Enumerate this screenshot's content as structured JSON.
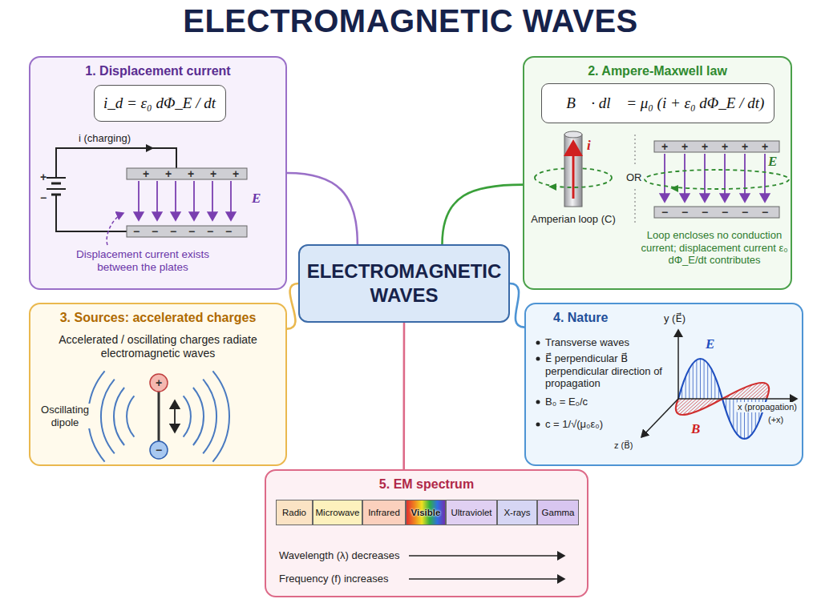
{
  "diagram": {
    "title": "ELECTROMAGNETIC WAVES",
    "nodes": [
      {
        "text": [
          "1. Displacement current"
        ]
      },
      {
        "text": [
          "i_d = ε₀ dΦ_E / dt"
        ],
        "in": 0
      },
      {
        "text": [
          "2. Ampere-Maxwell law"
        ]
      },
      {
        "text": [
          "∮ B⃗ · dl⃗ = μ₀ (i + ε₀ dΦ_E / dt)"
        ],
        "in": 2
      },
      {
        "text": [
          "ELECTROMAGNETIC WAVES"
        ]
      },
      {
        "text": [
          "3. Sources: accelerated charges"
        ]
      },
      {
        "text": [
          "4. Nature"
        ]
      },
      {
        "text": [
          "5. EM spectrum"
        ]
      },
      {
        "text": [
          "Radio"
        ],
        "in": 7
      },
      {
        "text": [
          "Microwave"
        ],
        "in": 7
      },
      {
        "text": [
          "Infrared"
        ],
        "in": 7
      },
      {
        "text": [
          "Visible"
        ],
        "in": 7
      },
      {
        "text": [
          "Ultraviolet"
        ],
        "in": 7
      },
      {
        "text": [
          "X-rays"
        ],
        "in": 7
      },
      {
        "text": [
          "Gamma"
        ],
        "in": 7
      }
    ],
    "edges": [
      {
        "from": 4,
        "to": 0,
        "arrow": "none"
      },
      {
        "from": 4,
        "to": 2,
        "arrow": "none"
      },
      {
        "from": 4,
        "to": 5,
        "arrow": "none"
      },
      {
        "from": 4,
        "to": 6,
        "arrow": "none"
      },
      {
        "from": 4,
        "to": 7,
        "arrow": "none"
      }
    ],
    "labels": [
      "i (charging)",
      "+",
      "−",
      "+",
      "+",
      "+",
      "+",
      "+",
      "−",
      "−",
      "−",
      "−",
      "−",
      "−",
      "E⃗",
      "Displacement current exists between the plates",
      "i",
      "Amperian loop (C)",
      "OR",
      "+",
      "+",
      "+",
      "+",
      "+",
      "+",
      "−",
      "−",
      "−",
      "−",
      "−",
      "−",
      "E⃗",
      "Loop encloses no conduction current; displacement current ε₀ dΦ_E/dt contributes",
      "Accelerated / oscillating charges radiate electromagnetic waves",
      "+",
      "−",
      "Oscillating dipole",
      "y (E⃗)",
      "Transverse waves",
      "E⃗ perpendicular B⃗ perpendicular direction of propagation",
      "B₀ = E₀/c",
      "c = 1/√(μ₀ε₀)",
      "E⃗",
      "B⃗",
      "x (propagation)",
      "(+x)",
      "z (B⃗)",
      "Wavelength (λ) decreases",
      "Frequency (f) increases"
    ]
  }
}
